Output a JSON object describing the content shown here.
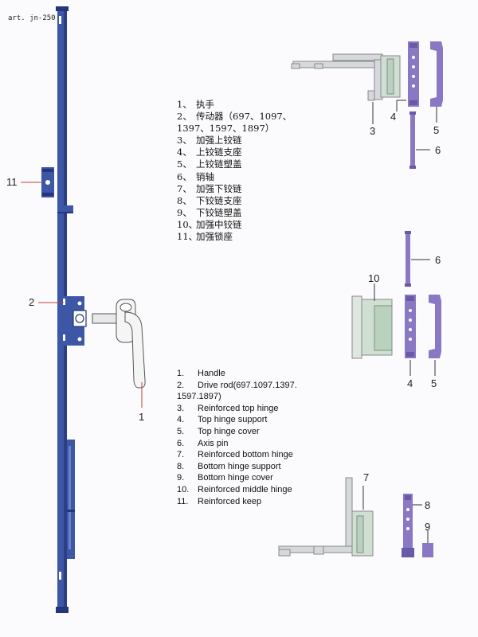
{
  "article_code": "art. jn-250",
  "callouts": {
    "c1": "1",
    "c2": "2",
    "c3": "3",
    "c4a": "4",
    "c5a": "5",
    "c6a": "6",
    "c6b": "6",
    "c10": "10",
    "c4b": "4",
    "c5b": "5",
    "c7": "7",
    "c8": "8",
    "c9": "9",
    "c11": "11"
  },
  "parts_list_cn": [
    {
      "num": "1、",
      "text": "执手"
    },
    {
      "num": "2、",
      "text": "传动器（697、1097、"
    },
    {
      "num": "",
      "text": "1397、1597、1897）"
    },
    {
      "num": "3、",
      "text": "加强上铰链"
    },
    {
      "num": "4、",
      "text": "上铰链支座"
    },
    {
      "num": "5、",
      "text": "上铰链塑盖"
    },
    {
      "num": "6、",
      "text": "销轴"
    },
    {
      "num": "7、",
      "text": "加强下铰链"
    },
    {
      "num": "8、",
      "text": "下铰链支座"
    },
    {
      "num": "9、",
      "text": "下铰链塑盖"
    },
    {
      "num": "10、",
      "text": "加强中铰链"
    },
    {
      "num": "11、",
      "text": "加强锁座"
    }
  ],
  "parts_list_en": [
    {
      "num": "1.",
      "text": "Handle"
    },
    {
      "num": "2.",
      "text": "Drive rod(697.1097.1397."
    },
    {
      "num": "",
      "text": "1597.1897)"
    },
    {
      "num": "3.",
      "text": "Reinforced top hinge"
    },
    {
      "num": "4.",
      "text": "Top hinge support"
    },
    {
      "num": "5.",
      "text": "Top hinge cover"
    },
    {
      "num": "6.",
      "text": "Axis pin"
    },
    {
      "num": "7.",
      "text": "Reinforced bottom hinge"
    },
    {
      "num": "8.",
      "text": "Bottom hinge support"
    },
    {
      "num": "9.",
      "text": "Bottom hinge cover"
    },
    {
      "num": "10.",
      "text": "Reinforced middle hinge"
    },
    {
      "num": "11.",
      "text": "Reinforced keep"
    }
  ],
  "colors": {
    "drive_rod": "#3d57a6",
    "drive_rod_dark": "#24357a",
    "purple_part": "#8a78c4",
    "gray_part": "#c9cccf",
    "green_part": "#cfe0d3",
    "line": "#333333",
    "callout_red": "#b8433a"
  },
  "icons": {
    "handle": "handle-drawing",
    "drive_rod": "drive-rod-drawing",
    "keep": "keep-block-drawing"
  }
}
